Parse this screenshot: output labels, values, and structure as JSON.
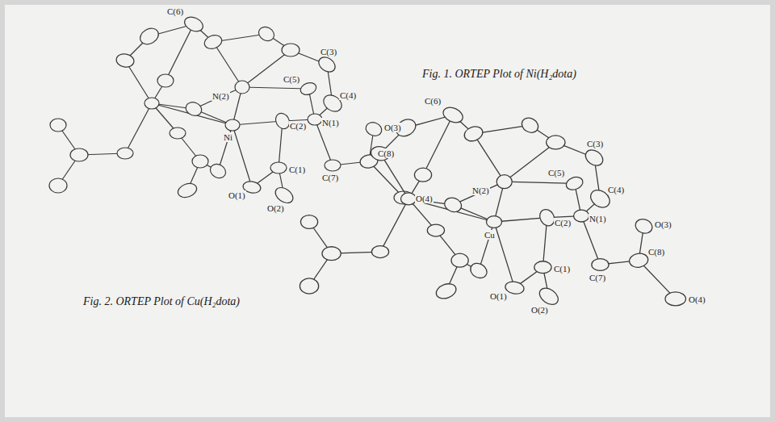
{
  "diagram": {
    "labels": [
      "C(6)",
      "C(3)",
      "N(2)",
      "C(5)",
      "C(4)",
      "Ni",
      "C(2)",
      "N(1)",
      "O(3)",
      "C(8)",
      "C(7)",
      "C(1)",
      "O(1)",
      "O(2)",
      "O(4)",
      "Fig. 1. ORTEP Plot of Ni(H₂dota)",
      "C(6)",
      "C(3)",
      "N(2)",
      "C(5)",
      "C(4)",
      "N(1)",
      "Cu",
      "C(2)",
      "O(3)",
      "C(8)",
      "C(7)",
      "C(1)",
      "O(1)",
      "O(4)",
      "O(2)",
      "Fig. 2. ORTEP Plot of Cu(H₂dota)"
    ]
  }
}
